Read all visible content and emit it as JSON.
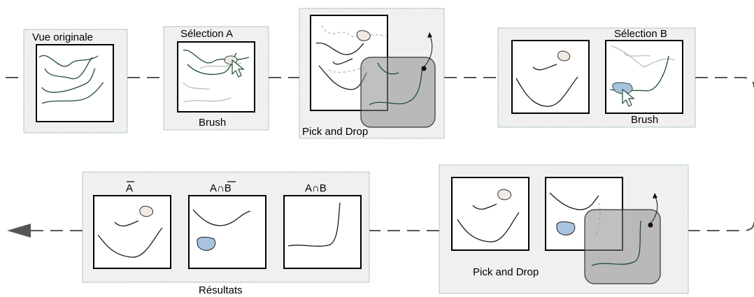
{
  "stages": {
    "original": {
      "label": "Vue originale"
    },
    "selection_a": {
      "label": "Sélection A",
      "tool": "Brush"
    },
    "pick_drop_1": {
      "label": "Pick and Drop"
    },
    "selection_b": {
      "label": "Sélection B",
      "tool": "Brush"
    },
    "pick_drop_2": {
      "label": "Pick and Drop"
    },
    "results": {
      "label": "Résultats",
      "items": [
        {
          "label": "A"
        },
        {
          "label": "A∩B"
        },
        {
          "label": "A∩B"
        }
      ]
    }
  },
  "colors": {
    "curve_dark": "#1a1a1a",
    "curve_green": "#1f4d33",
    "curve_light": "#bdbdbd",
    "region_a": "#f2e9e3",
    "region_b": "#a9c3df",
    "stage_bg": "#f0f0f0",
    "lens": "#8c8c8c"
  }
}
